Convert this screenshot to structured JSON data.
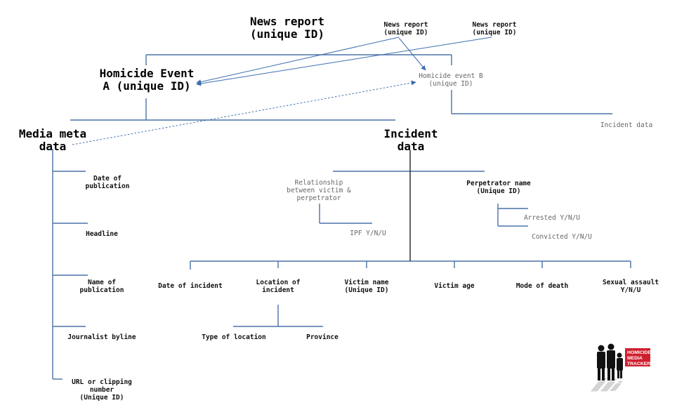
{
  "nodes": {
    "news_report": [
      "News report",
      "(unique ID)"
    ],
    "news_report_2": [
      "News report",
      "(unique ID)"
    ],
    "news_report_3": [
      "News report",
      "(unique ID)"
    ],
    "homicide_event_a": [
      "Homicide Event",
      "A (unique ID)"
    ],
    "homicide_event_b": [
      "Homicide event B",
      "(unique ID)"
    ],
    "incident_data_b": "Incident data",
    "media_meta_data": [
      "Media meta",
      "data"
    ],
    "incident_data": [
      "Incident",
      "data"
    ],
    "date_of_publication": [
      "Date of",
      "publication"
    ],
    "headline": "Headline",
    "name_of_publication": [
      "Name of",
      "publication"
    ],
    "journalist_byline": "Journalist byline",
    "url_or_clipping": [
      "URL or clipping",
      "number",
      "(Unique ID)"
    ],
    "relationship": [
      "Relationship",
      "between victim &",
      "perpetrator"
    ],
    "ipf": "IPF Y/N/U",
    "perpetrator_name": [
      "Perpetrator name",
      "(Unique ID)"
    ],
    "arrested": "Arrested Y/N/U",
    "convicted": "Convicted Y/N/U",
    "date_of_incident": "Date of incident",
    "location_of_incident": [
      "Location of",
      "incident"
    ],
    "victim_name": [
      "Victim name",
      "(Unique ID)"
    ],
    "victim_age": "Victim age",
    "mode_of_death": "Mode of death",
    "sexual_assault": [
      "Sexual assault",
      "Y/N/U"
    ],
    "type_of_location": "Type of location",
    "province": "Province"
  },
  "logo": {
    "text": [
      "HOMICIDE",
      "MEDIA",
      "TRACKER"
    ]
  },
  "colors": {
    "line": "#4a72a8",
    "arrow": "#3d6fb0",
    "logo_red": "#d01f2e"
  }
}
